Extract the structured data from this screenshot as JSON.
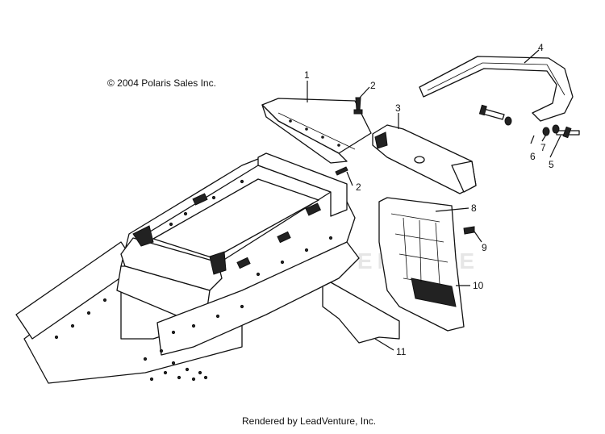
{
  "diagram": {
    "copyright": "© 2004 Polaris Sales Inc.",
    "watermark": "LEADVENTURE",
    "footer": "Rendered by LeadVenture, Inc.",
    "callouts": {
      "c1": "1",
      "c2a": "2",
      "c2b": "2",
      "c3": "3",
      "c4": "4",
      "c5": "5",
      "c6": "6",
      "c7": "7",
      "c8": "8",
      "c9": "9",
      "c10": "10",
      "c11": "11"
    }
  }
}
